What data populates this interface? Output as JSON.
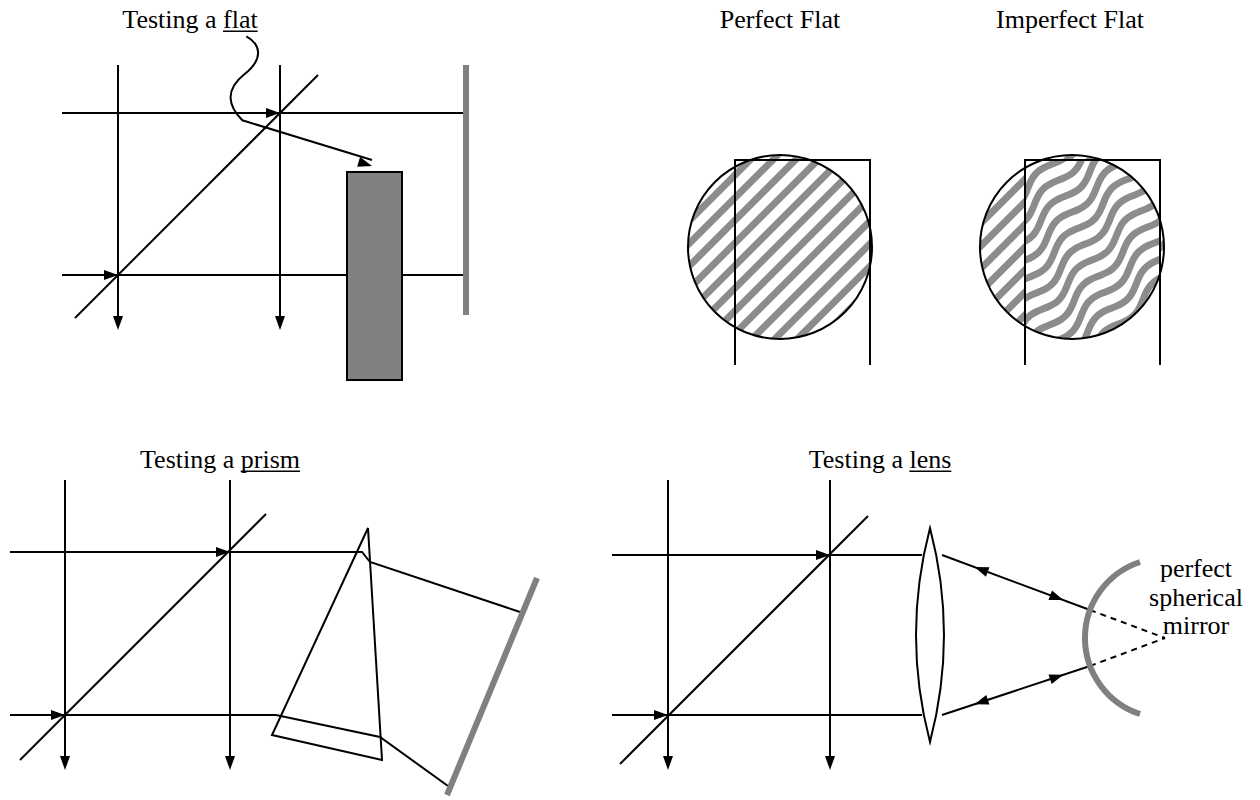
{
  "diagram": {
    "labels": [
      "Testing a flat",
      "Perfect Flat",
      "Imperfect Flat",
      "Testing a prism",
      "Testing a lens",
      "perfect spherical mirror"
    ]
  }
}
